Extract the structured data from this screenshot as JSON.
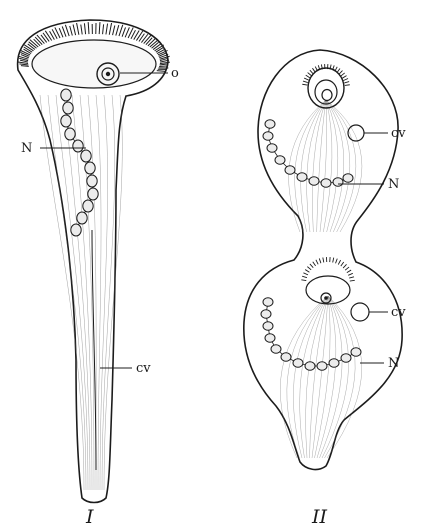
{
  "figure": {
    "panel_one": {
      "numeral": "I",
      "labels": {
        "oral_opening": "o",
        "nucleus": "N",
        "contractile_vacuole": "cv"
      }
    },
    "panel_two": {
      "numeral": "II",
      "labels": {
        "cv_upper": "cv",
        "nucleus_upper": "N",
        "cv_lower": "cv",
        "nucleus_lower": "N"
      }
    }
  },
  "colors": {
    "ink": "#1c1c1c",
    "paper": "#ffffff",
    "body_fill": "#f1f1f1"
  }
}
